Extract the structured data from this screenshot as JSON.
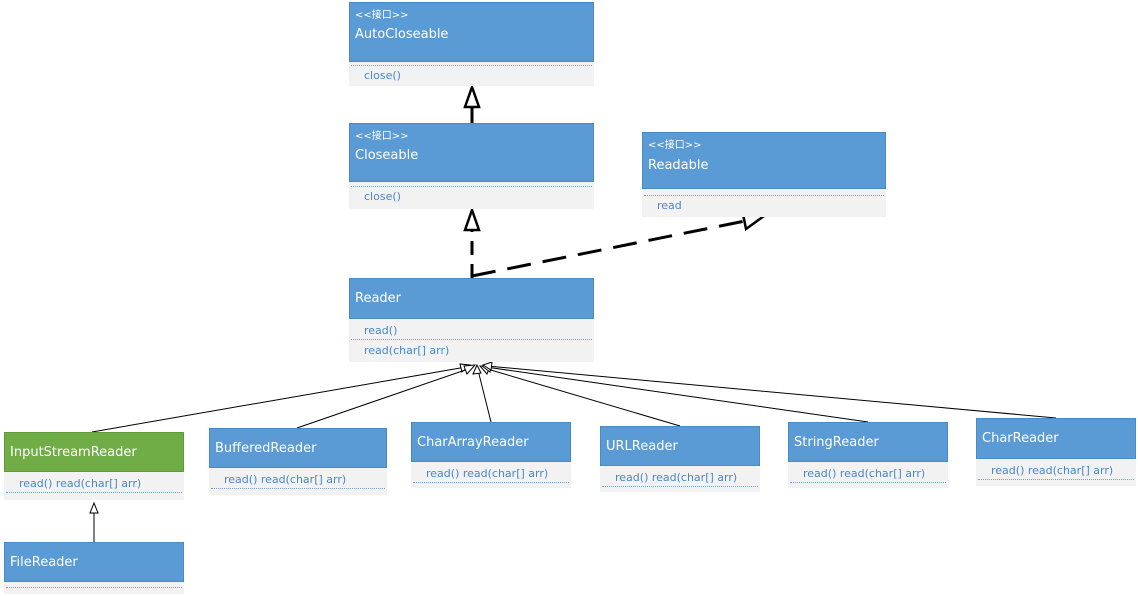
{
  "colors": {
    "class_fill": "#5b9bd5",
    "class_highlight": "#70ad47",
    "operation_text": "#4a86c8",
    "compartment": "#f2f2f2"
  },
  "classes": {
    "autocloseable": {
      "stereotype": "<<接口>>",
      "name": "AutoCloseable",
      "operations": [
        "close()"
      ]
    },
    "closeable": {
      "stereotype": "<<接口>>",
      "name": "Closeable",
      "operations": [
        "close()"
      ]
    },
    "readable": {
      "stereotype": "<<接口>>",
      "name": "Readable",
      "operations": [
        "read"
      ]
    },
    "reader": {
      "stereotype": "",
      "name": "Reader",
      "operations": [
        "read()",
        "read(char[] arr)"
      ]
    },
    "inputstreamreader": {
      "stereotype": "",
      "name": "InputStreamReader",
      "operations": [
        "read() read(char[] arr)"
      ]
    },
    "bufferedreader": {
      "stereotype": "",
      "name": "BufferedReader",
      "operations": [
        "read() read(char[] arr)"
      ]
    },
    "chararrayreader": {
      "stereotype": "",
      "name": "CharArrayReader",
      "operations": [
        "read() read(char[] arr)"
      ]
    },
    "urlreader": {
      "stereotype": "",
      "name": "URLReader",
      "operations": [
        "read() read(char[] arr)"
      ]
    },
    "stringreader": {
      "stereotype": "",
      "name": "StringReader",
      "operations": [
        "read() read(char[] arr)"
      ]
    },
    "charreader": {
      "stereotype": "",
      "name": "CharReader",
      "operations": [
        "read() read(char[] arr)"
      ]
    },
    "filereader": {
      "stereotype": "",
      "name": "FileReader",
      "operations": []
    }
  },
  "relations": [
    {
      "from": "closeable",
      "to": "autocloseable",
      "kind": "extends"
    },
    {
      "from": "reader",
      "to": "closeable",
      "kind": "implements"
    },
    {
      "from": "reader",
      "to": "readable",
      "kind": "implements"
    },
    {
      "from": "inputstreamreader",
      "to": "reader",
      "kind": "extends"
    },
    {
      "from": "bufferedreader",
      "to": "reader",
      "kind": "extends"
    },
    {
      "from": "chararrayreader",
      "to": "reader",
      "kind": "extends"
    },
    {
      "from": "urlreader",
      "to": "reader",
      "kind": "extends"
    },
    {
      "from": "stringreader",
      "to": "reader",
      "kind": "extends"
    },
    {
      "from": "charreader",
      "to": "reader",
      "kind": "extends"
    },
    {
      "from": "filereader",
      "to": "inputstreamreader",
      "kind": "extends"
    }
  ]
}
